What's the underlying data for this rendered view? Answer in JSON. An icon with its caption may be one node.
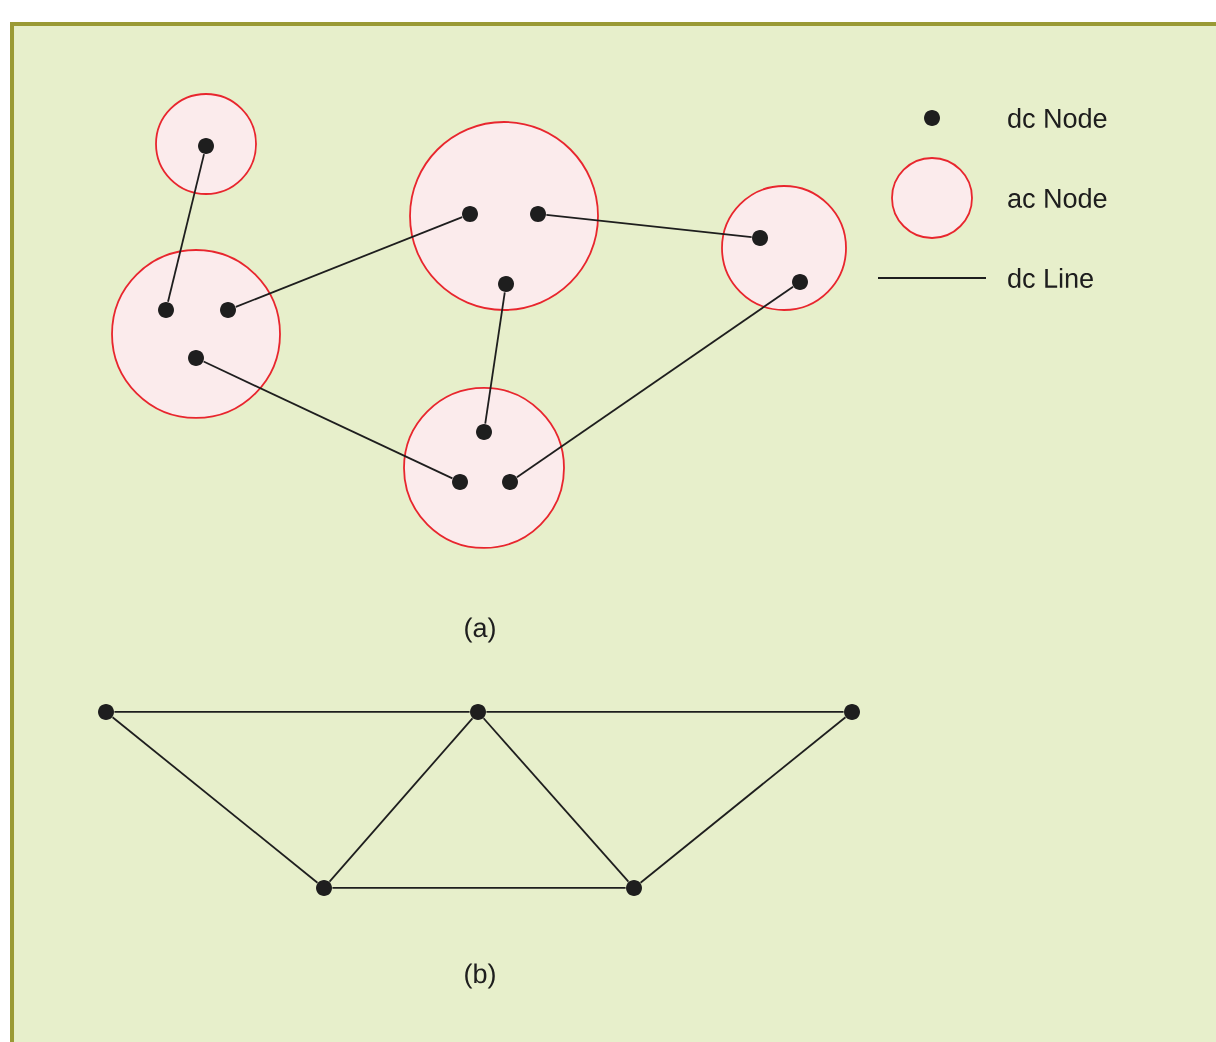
{
  "diagram": {
    "nodes": [
      {
        "text": [],
        "shape": "circle"
      },
      {
        "text": [],
        "shape": "dot",
        "in": 0
      },
      {
        "text": [],
        "shape": "circle"
      },
      {
        "text": [],
        "shape": "dot",
        "in": 2
      },
      {
        "text": [],
        "shape": "dot",
        "in": 2
      },
      {
        "text": [],
        "shape": "dot",
        "in": 2
      },
      {
        "text": [],
        "shape": "circle"
      },
      {
        "text": [],
        "shape": "dot",
        "in": 6
      },
      {
        "text": [],
        "shape": "dot",
        "in": 6
      },
      {
        "text": [],
        "shape": "dot",
        "in": 6
      },
      {
        "text": [],
        "shape": "circle"
      },
      {
        "text": [],
        "shape": "dot",
        "in": 10
      },
      {
        "text": [],
        "shape": "dot",
        "in": 10
      },
      {
        "text": [],
        "shape": "circle"
      },
      {
        "text": [],
        "shape": "dot",
        "in": 13
      },
      {
        "text": [],
        "shape": "dot",
        "in": 13
      },
      {
        "text": [],
        "shape": "dot",
        "in": 13
      },
      {
        "text": [],
        "shape": "dot"
      },
      {
        "text": [],
        "shape": "dot"
      },
      {
        "text": [],
        "shape": "dot"
      },
      {
        "text": [],
        "shape": "dot"
      },
      {
        "text": [],
        "shape": "dot"
      }
    ],
    "edges": [
      {
        "from": 1,
        "to": 3,
        "arrow": "none"
      },
      {
        "from": 4,
        "to": 7,
        "arrow": "none"
      },
      {
        "from": 8,
        "to": 11,
        "arrow": "none"
      },
      {
        "from": 9,
        "to": 14,
        "arrow": "none"
      },
      {
        "from": 5,
        "to": 15,
        "arrow": "none"
      },
      {
        "from": 12,
        "to": 16,
        "arrow": "none"
      },
      {
        "from": 17,
        "to": 18,
        "arrow": "none"
      },
      {
        "from": 18,
        "to": 19,
        "arrow": "none"
      },
      {
        "from": 17,
        "to": 20,
        "arrow": "none"
      },
      {
        "from": 20,
        "to": 18,
        "arrow": "none"
      },
      {
        "from": 18,
        "to": 21,
        "arrow": "none"
      },
      {
        "from": 21,
        "to": 19,
        "arrow": "none"
      },
      {
        "from": 20,
        "to": 21,
        "arrow": "none"
      }
    ],
    "labels": [
      "(a)",
      "(b)"
    ],
    "legend": [
      {
        "text": "dc Node"
      },
      {
        "text": "ac Node"
      },
      {
        "text": "dc Line"
      }
    ]
  }
}
